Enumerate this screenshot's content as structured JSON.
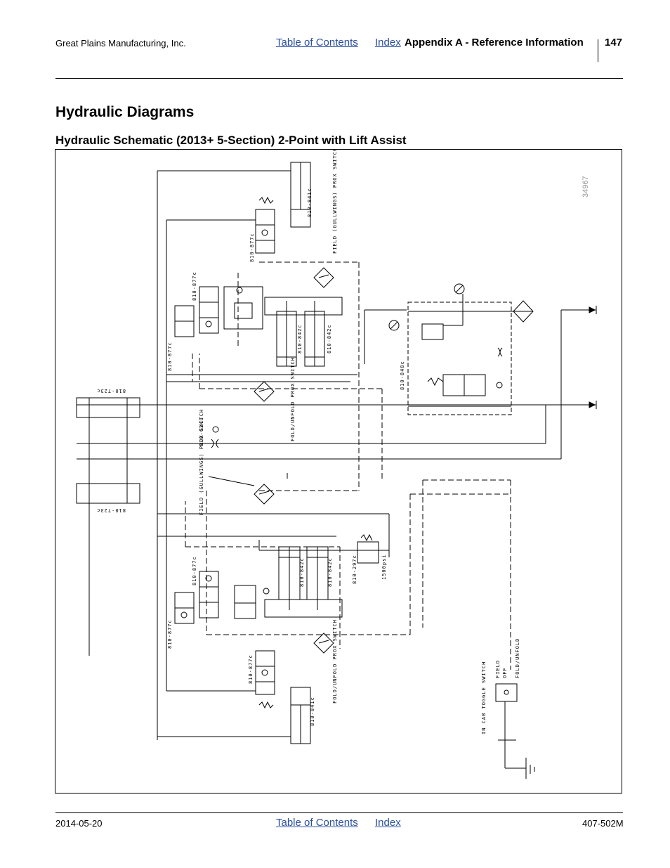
{
  "header": {
    "company": "Great Plains Manufacturing, Inc.",
    "toc_link": "Table of Contents",
    "index_link": "Index",
    "section": "Appendix A - Reference Information",
    "page_number": "147"
  },
  "page_title": "Hydraulic Diagrams",
  "subtitle": "Hydraulic Schematic (2013+ 5-Section) 2-Point with Lift Assist",
  "figure": {
    "figure_id": "34967",
    "labels": {
      "c841_top": "810-841c",
      "c877_top": "810-877c",
      "prox_field_top": "FIELD (GULLWINGS) PROX SWITCH",
      "c877_mid": "810-877c",
      "c877_mid2": "810-877c",
      "c842_a": "810-842c",
      "c842_b": "810-842c",
      "c848": "810-848c",
      "c723_top": "810-723c",
      "c024": "810-024C",
      "prox_fold_mid": "FOLD/UNFOLD PROX SWITCH",
      "prox_field_mid": "FIELD (GULLWINGS) PROX SWITCH",
      "c723_bot": "810-723c",
      "c877_low": "810-877c",
      "c842_c": "810-842c",
      "c842_d": "810-842c",
      "c297": "810-297c",
      "psi": "1500psi",
      "c877_low2": "810-877c",
      "c877_bot": "810-877c",
      "prox_fold_bot": "FOLD/UNFOLD PROX SWITCH",
      "c841_bot": "810-841c",
      "toggle": "IN CAB TOGGLE SWITCH",
      "toggle_field": "FIELD",
      "toggle_off": "OFF",
      "toggle_fold": "FOLD/UNFOLD"
    }
  },
  "footer": {
    "date": "2014-05-20",
    "toc_link": "Table of Contents",
    "index_link": "Index",
    "doc_number": "407-502M"
  }
}
